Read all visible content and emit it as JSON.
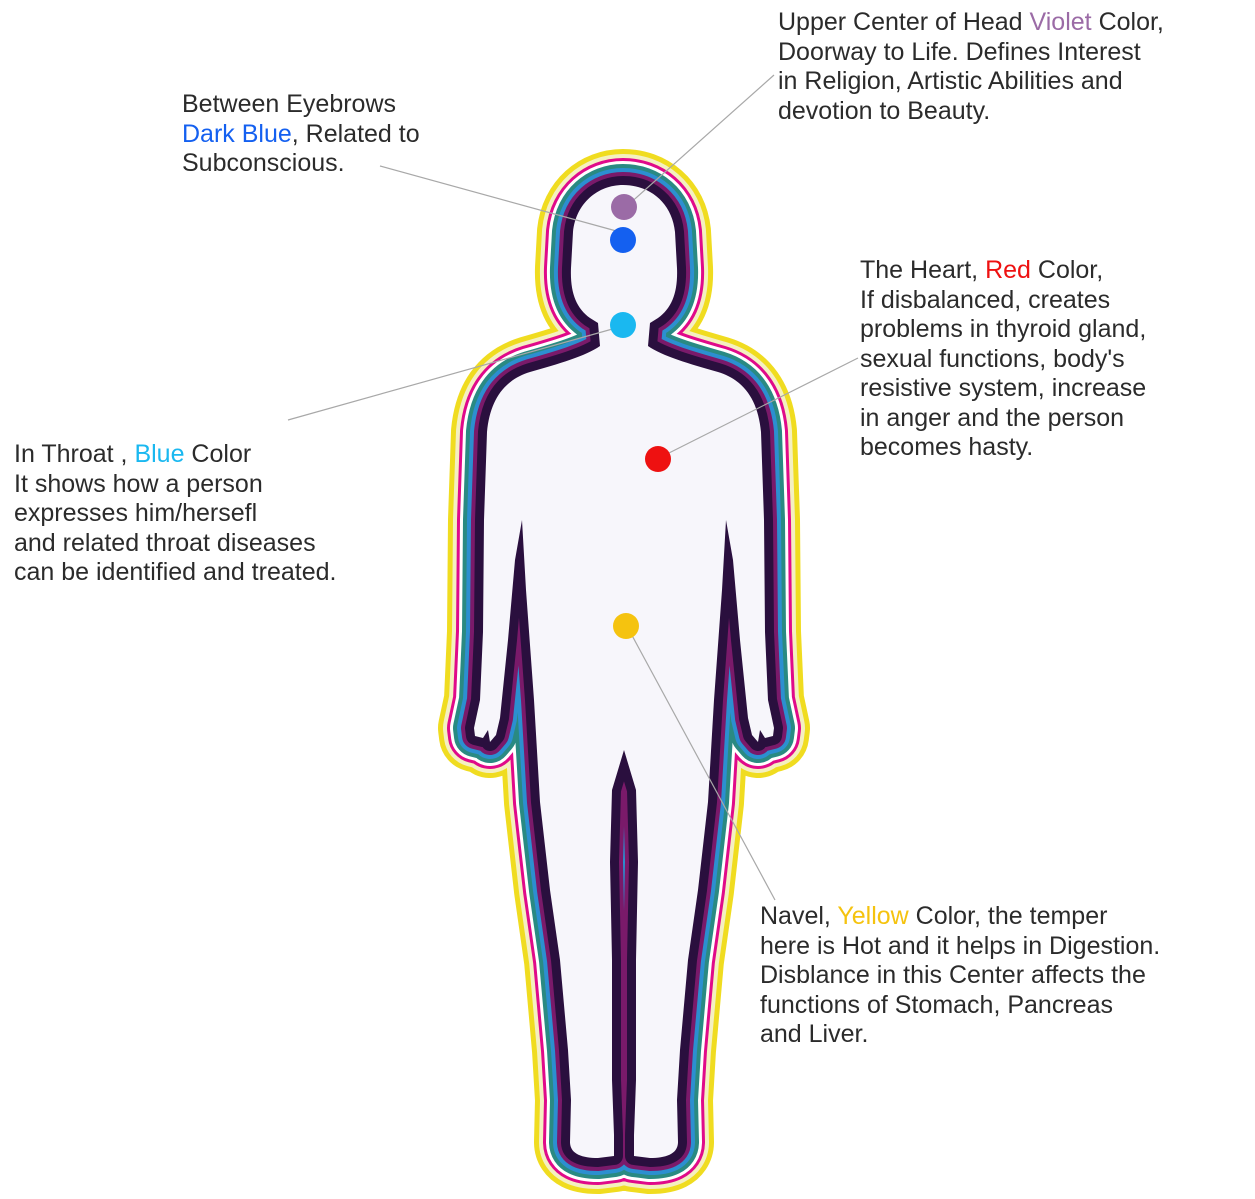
{
  "colors": {
    "violet": "#9b6ba6",
    "dark_blue": "#1460f0",
    "blue": "#1ab8f0",
    "red": "#ee1111",
    "yellow": "#f5c30f",
    "text": "#2b2b2b",
    "aura_rings": [
      "#f0dc20",
      "#f4f0c0",
      "#e00a8a",
      "#ffffff",
      "#2a8a82",
      "#2c8fd0",
      "#7a1a6a",
      "#2a0f3e"
    ]
  },
  "annotations": {
    "crown": {
      "line1_before": "Upper Center of Head ",
      "line1_highlight": "Violet",
      "line1_after": " Color,",
      "line2": "Doorway to Life. Defines Interest",
      "line3": "in Religion, Artistic Abilities and",
      "line4": "devotion to Beauty."
    },
    "brow": {
      "line1": "Between Eyebrows",
      "line2_highlight": "Dark Blue",
      "line2_after": ", Related to",
      "line3": "Subconscious."
    },
    "heart": {
      "line1_before": "The Heart, ",
      "line1_highlight": "Red",
      "line1_after": " Color,",
      "line2": "If disbalanced, creates",
      "line3": "problems in thyroid gland,",
      "line4": "sexual functions, body's",
      "line5": "resistive system, increase",
      "line6": "in anger and the person",
      "line7": "becomes hasty."
    },
    "throat": {
      "line1_before": "In Throat , ",
      "line1_highlight": "Blue",
      "line1_after": " Color",
      "line2": "It shows how a person",
      "line3": "expresses him/hersefl",
      "line4": "and related throat diseases",
      "line5": "can be identified and treated."
    },
    "navel": {
      "line1_before": "Navel, ",
      "line1_highlight": "Yellow",
      "line1_after": " Color, the temper",
      "line2": "here is Hot and it helps in Digestion.",
      "line3": "Disblance in this Center affects the",
      "line4": "functions of Stomach, Pancreas",
      "line5": "and Liver."
    }
  }
}
